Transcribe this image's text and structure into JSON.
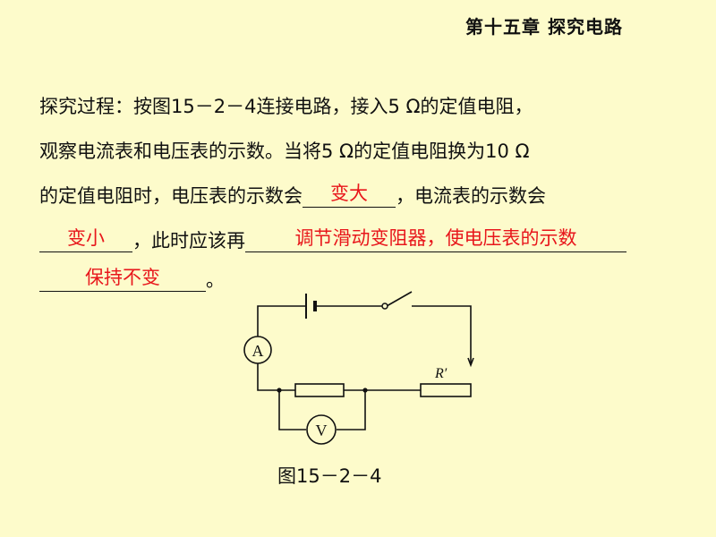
{
  "header": {
    "chapter": "第十五章 探究电路"
  },
  "body": {
    "line1": "探究过程：按图15－2－4连接电路，接入5 Ω的定值电阻，",
    "line2": "观察电流表和电压表的示数。当将5 Ω的定值电阻换为10 Ω",
    "line3_before": "的定值电阻时，电压表的示数会",
    "answer_voltage": "变大",
    "line3_after": "，电流表的示数会",
    "answer_current": "变小",
    "line4_mid": "，此时应该再",
    "answer_action": "调节滑动变阻器，使电压表的示数",
    "answer_keep": "保持不变",
    "line5_end": "。"
  },
  "circuit": {
    "ammeter_label": "A",
    "voltmeter_label": "V",
    "rheostat_label": "R′"
  },
  "figure": {
    "caption": "图15－2－4"
  },
  "colors": {
    "background": "#fdfbcb",
    "answer": "#e8161b",
    "text": "#111111"
  }
}
